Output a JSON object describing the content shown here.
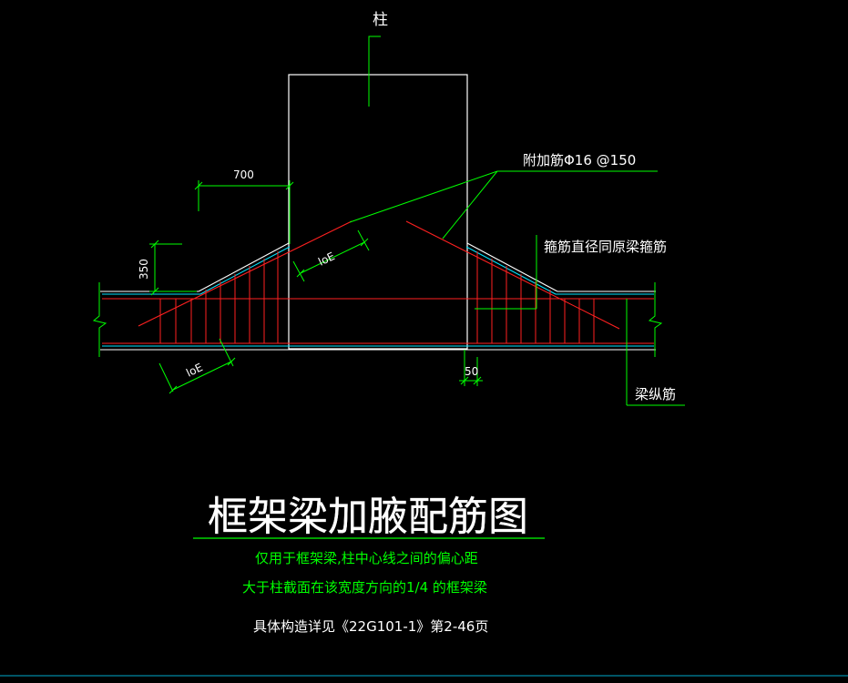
{
  "labels": {
    "column": "柱",
    "additional_rebar": "附加筋Φ16 @150",
    "stirrup_note": "箍筋直径同原梁箍筋",
    "longitudinal_rebar": "梁纵筋",
    "dim_700": "700",
    "dim_350": "350",
    "dim_50": "50",
    "loe_right_of_column": "loE",
    "loe_bottom_left": "loE"
  },
  "title": {
    "main": "框架梁加腋配筋图",
    "note_line1": "仅用于框架梁,柱中心线之间的偏心距",
    "note_line2": "大于柱截面在该宽度方向的1/4 的框架梁",
    "reference": "具体构造详见《22G101-1》第2-46页"
  },
  "colors": {
    "background": "#000000",
    "outline": "#ffffff",
    "annotation": "#00ff00",
    "rebar": "#ff2020",
    "beam_edge": "#00ffff"
  }
}
